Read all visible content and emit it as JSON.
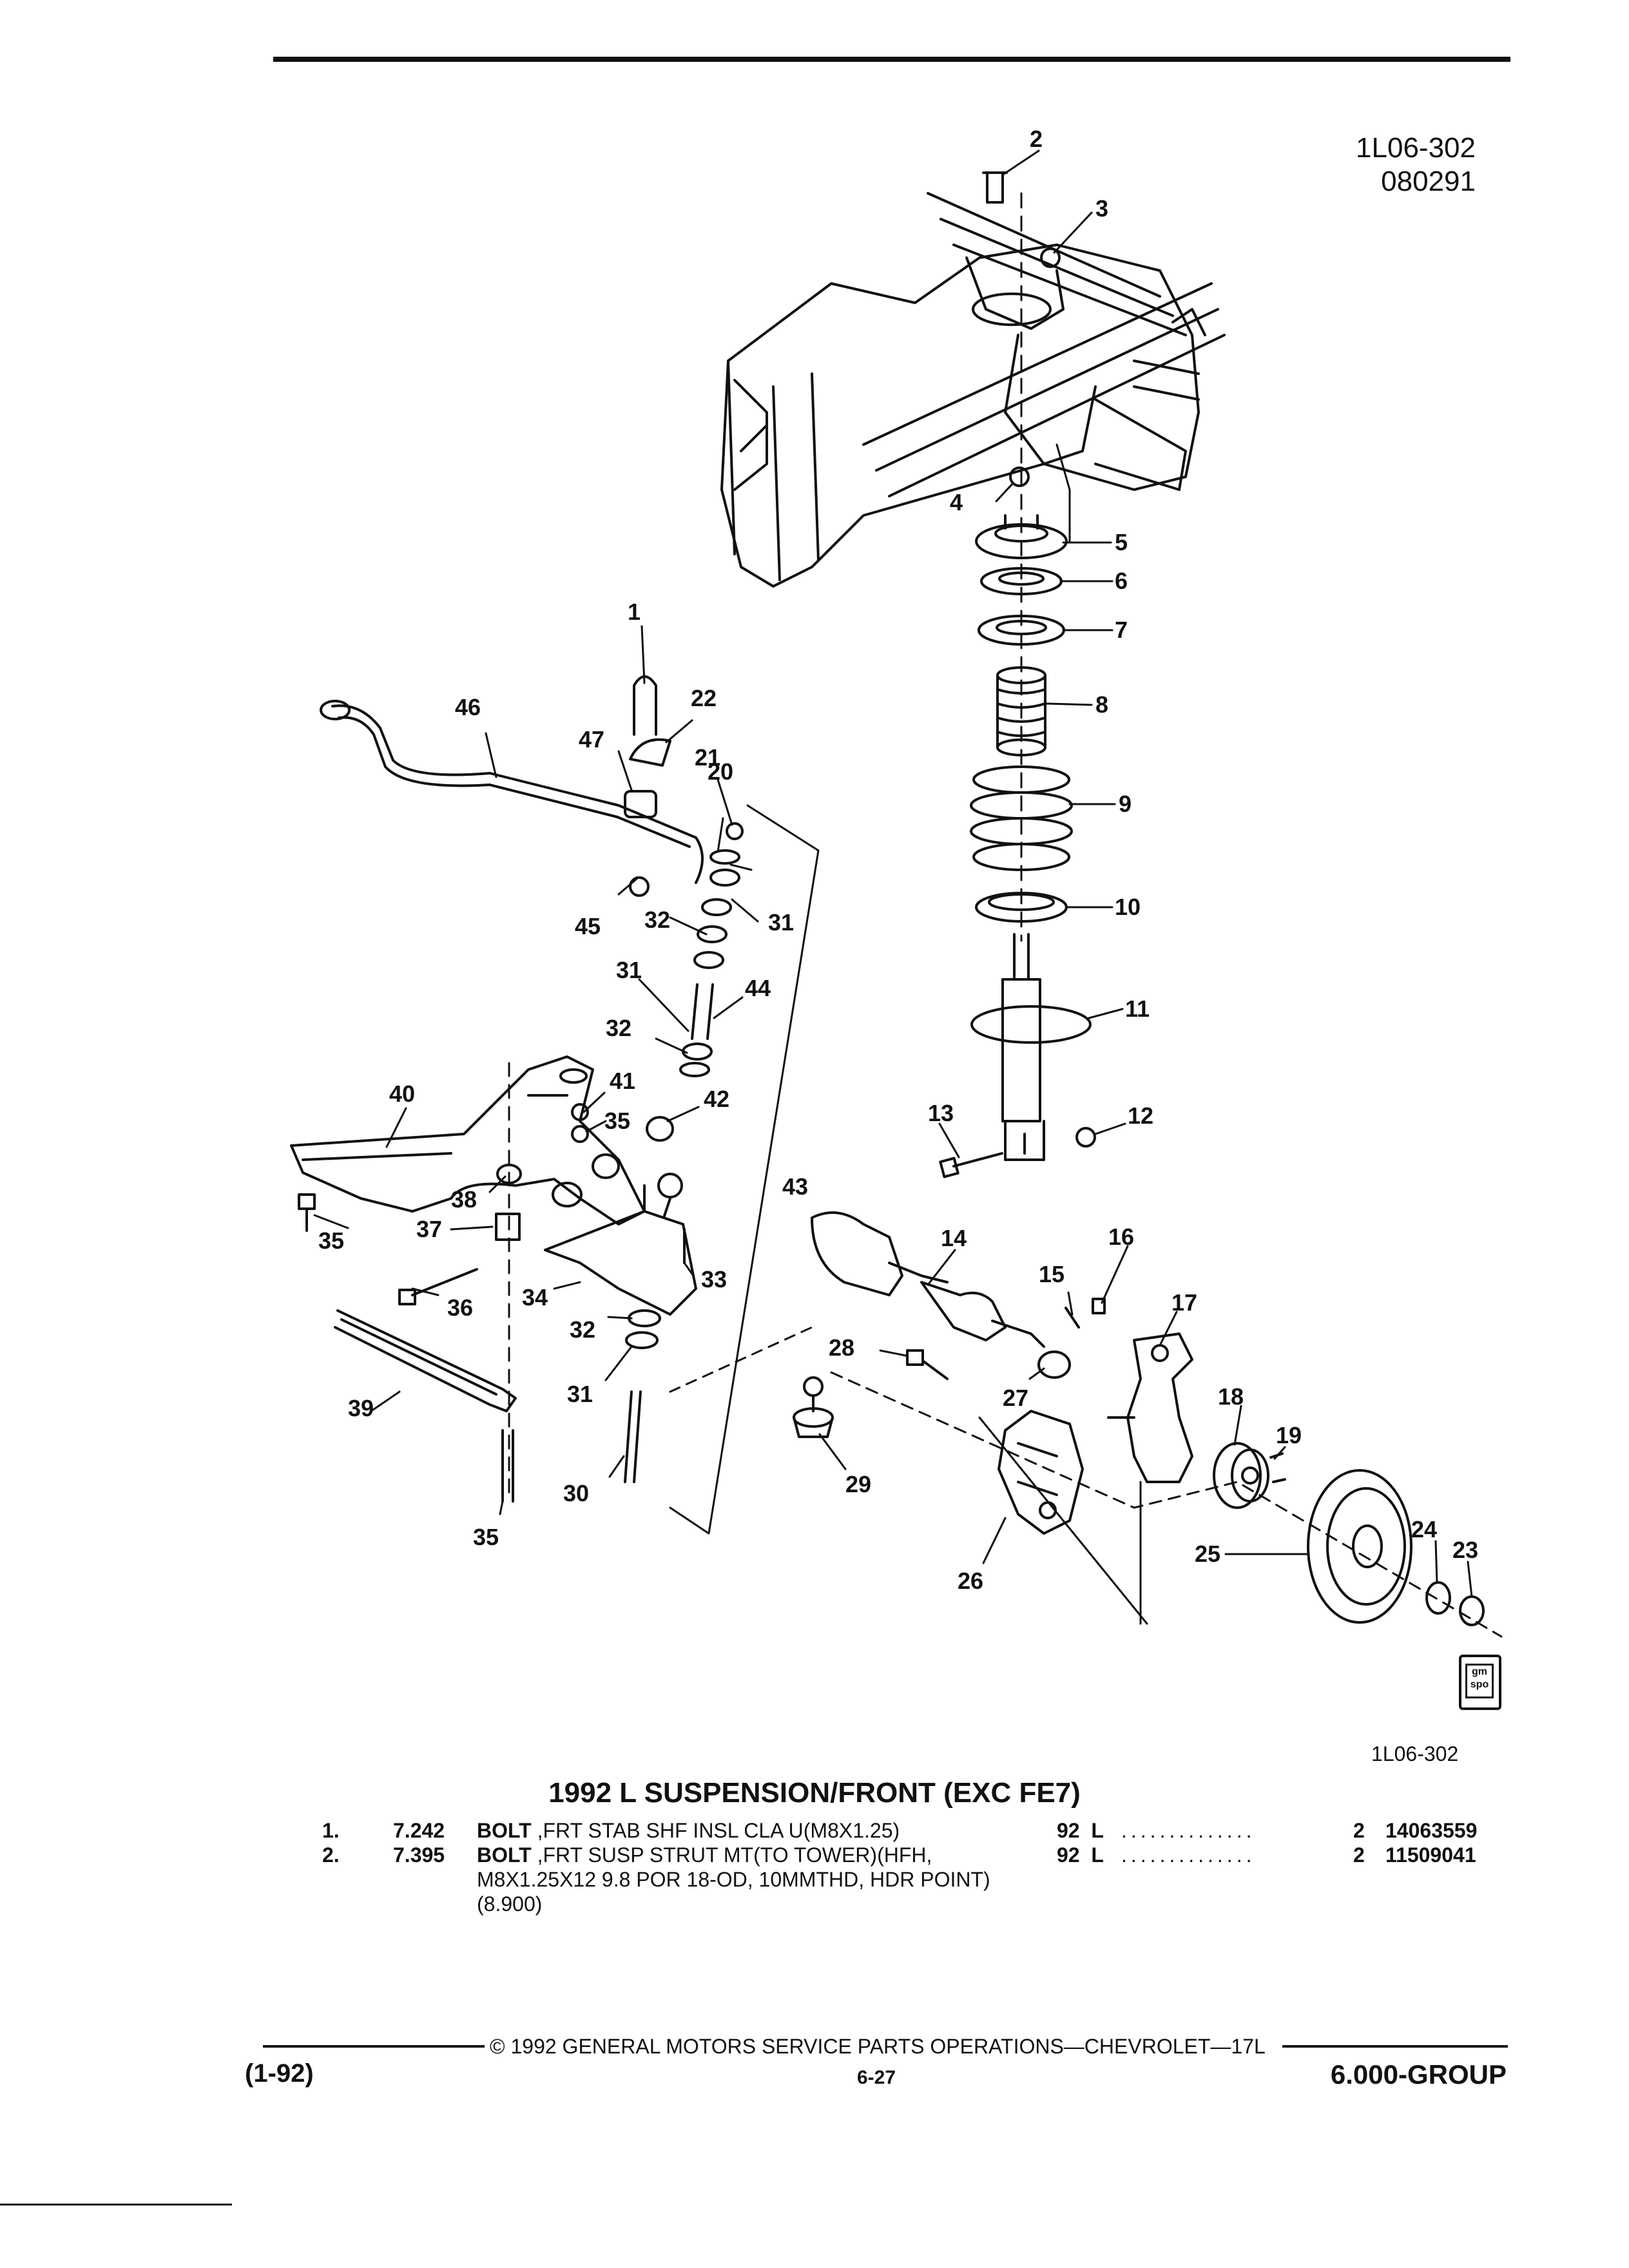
{
  "header": {
    "code": "1L06-302",
    "date_code": "080291"
  },
  "figure": {
    "code": "1L06-302",
    "callouts": [
      "1",
      "2",
      "3",
      "4",
      "5",
      "6",
      "7",
      "8",
      "9",
      "10",
      "11",
      "12",
      "13",
      "14",
      "15",
      "16",
      "17",
      "18",
      "19",
      "20",
      "21",
      "22",
      "23",
      "24",
      "25",
      "26",
      "27",
      "28",
      "29",
      "30",
      "31",
      "31",
      "31",
      "32",
      "32",
      "32",
      "33",
      "34",
      "35",
      "35",
      "35",
      "36",
      "37",
      "38",
      "39",
      "40",
      "41",
      "42",
      "43",
      "44",
      "45",
      "46",
      "47"
    ],
    "logo_text": "gm spo"
  },
  "title": "1992 L SUSPENSION/FRONT (EXC FE7)",
  "parts": [
    {
      "num": "1.",
      "ref": "7.242",
      "name": "BOLT",
      "desc": " ,FRT STAB SHF INSL CLA U(M8X1.25)",
      "desc2": "",
      "year": "92",
      "model": "L",
      "qty": "2",
      "pn": "14063559"
    },
    {
      "num": "2.",
      "ref": "7.395",
      "name": "BOLT",
      "desc": " ,FRT SUSP STRUT MT(TO TOWER)(HFH,",
      "desc2": "M8X1.25X12 9.8 POR 18-OD, 10MMTHD, HDR POINT)(8.900)",
      "year": "92",
      "model": "L",
      "qty": "2",
      "pn": "11509041"
    }
  ],
  "footer": {
    "copyright": "© 1992 GENERAL MOTORS SERVICE PARTS OPERATIONS—CHEVROLET—17L",
    "page": "6-27",
    "date": "(1-92)",
    "group": "6.000-GROUP"
  }
}
